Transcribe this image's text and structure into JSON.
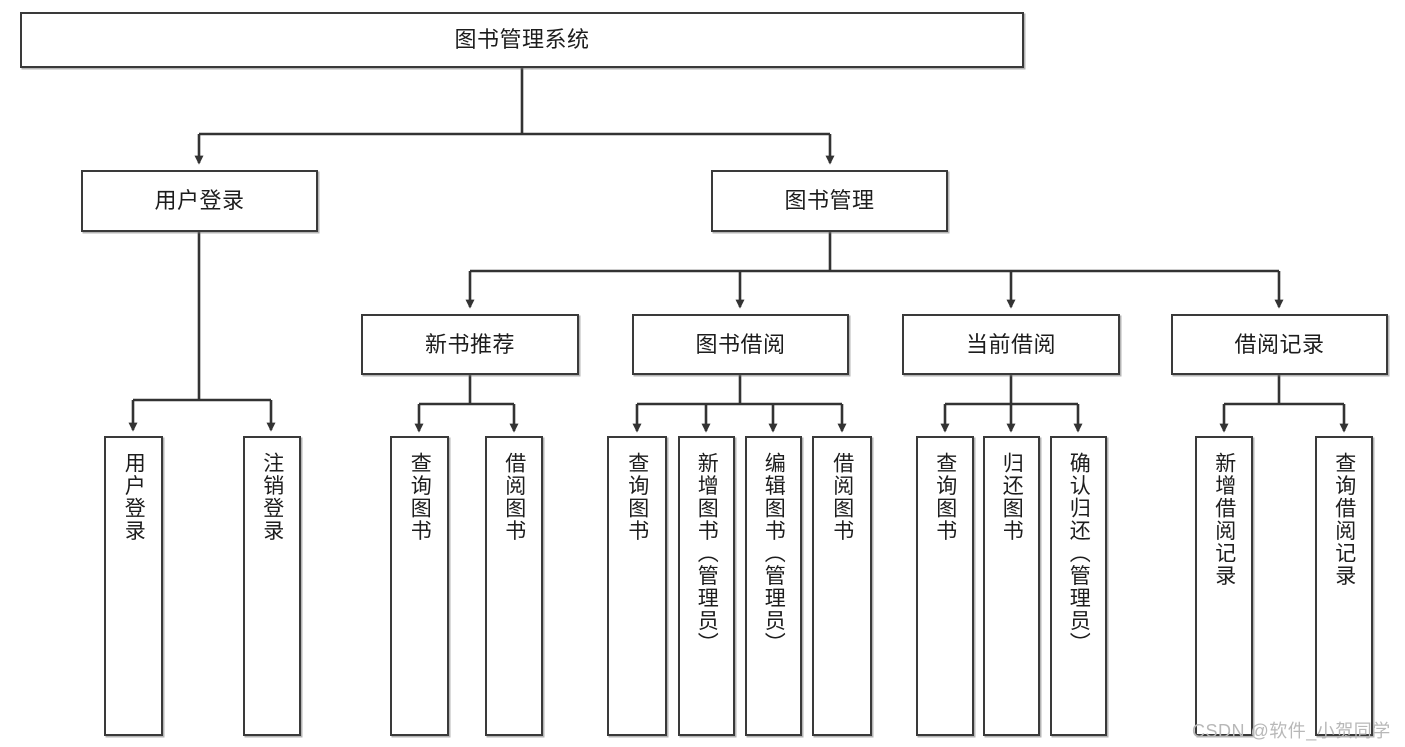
{
  "diagram": {
    "title": "图书管理系统",
    "type": "tree-hierarchy",
    "stroke_color": "#3a3a3a",
    "fill_color": "#ffffff",
    "text_color": "#1d1d1d"
  },
  "nodes": {
    "root": {
      "label": "图书管理系统"
    },
    "level2": [
      {
        "label": "用户登录"
      },
      {
        "label": "图书管理"
      }
    ],
    "level3": [
      {
        "label": "新书推荐"
      },
      {
        "label": "图书借阅"
      },
      {
        "label": "当前借阅"
      },
      {
        "label": "借阅记录"
      }
    ],
    "leaves_user_login": [
      {
        "label": "用户登录"
      },
      {
        "label": "注销登录"
      }
    ],
    "leaves_new_books": [
      {
        "label": "查询图书"
      },
      {
        "label": "借阅图书"
      }
    ],
    "leaves_borrow": [
      {
        "label": "查询图书"
      },
      {
        "label": "新增图书（管理员）"
      },
      {
        "label": "编辑图书（管理员）"
      },
      {
        "label": "借阅图书"
      }
    ],
    "leaves_current": [
      {
        "label": "查询图书"
      },
      {
        "label": "归还图书"
      },
      {
        "label": "确认归还（管理员）"
      }
    ],
    "leaves_records": [
      {
        "label": "新增借阅记录"
      },
      {
        "label": "查询借阅记录"
      }
    ]
  },
  "watermark": {
    "text": "CSDN @软件_小贺同学"
  }
}
